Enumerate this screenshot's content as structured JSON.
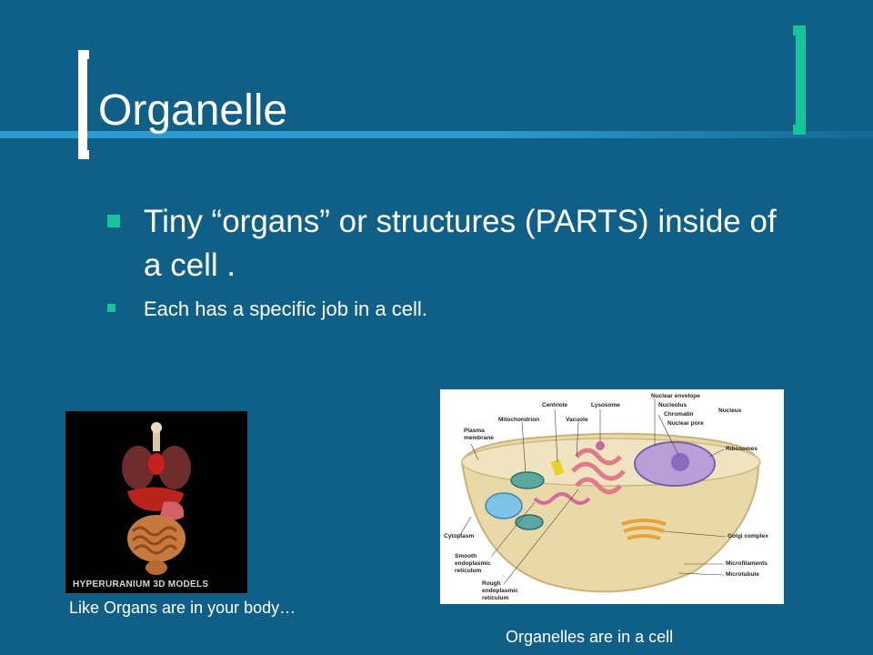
{
  "slide": {
    "title": "Organelle",
    "bullets": [
      "Tiny “organs” or structures (PARTS) inside of a cell .",
      "Each has a specific job in a cell."
    ],
    "caption_left": "Like Organs are in your body…",
    "caption_right": "Organelles are in a cell"
  },
  "organs_image": {
    "watermark": "HYPERURANIUM 3D MODELS"
  },
  "cell_diagram": {
    "labels": {
      "centriole": "Centriole",
      "lysosome": "Lysosome",
      "nuclear_envelope": "Nuclear envelope",
      "nucleolus": "Nucleolus",
      "chromatin": "Chromatin",
      "nuclear_pore": "Nuclear pore",
      "nucleus": "Nucleus",
      "mitochondrion": "Mitochondrion",
      "vacuole": "Vacuole",
      "plasma_membrane": "Plasma membrane",
      "ribosomes": "Ribosomes",
      "cytoplasm": "Cytoplasm",
      "golgi_complex": "Golgi complex",
      "smooth_er": "Smooth endoplasmic reticulum",
      "microfilaments": "Microfilaments",
      "microtubule": "Microtubule",
      "rough_er": "Rough endoplasmic reticulum"
    }
  },
  "colors": {
    "background": "#0f5f86",
    "accent": "#19c49a",
    "stripe": "#2e9bd0",
    "text": "#ffffff"
  }
}
